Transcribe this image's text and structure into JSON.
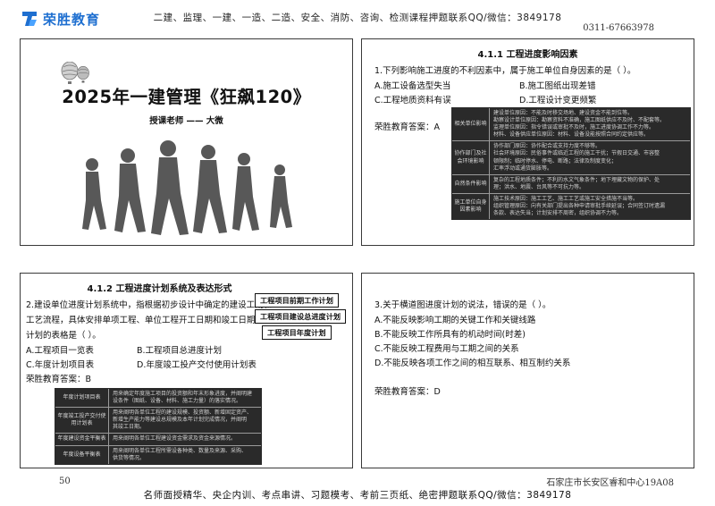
{
  "header": {
    "logo_text": "荣胜教育",
    "top_line": "二建、监理、一建、一造、二造、安全、消防、咨询、检测课程押题联系QQ/微信：3849178",
    "phone": "0311-67663978"
  },
  "slide1": {
    "title": "2025年一建管理《狂飙120》",
    "subtitle": "授课老师 —— 大微"
  },
  "slide2": {
    "heading": "4.1.1  工程进度影响因素",
    "question": "1.下列影响施工进度的不利因素中，属于施工单位自身因素的是（  ）。",
    "options": [
      "A.施工设备选型失当",
      "B.施工图纸出现差错",
      "C.工程地质资料有误",
      "D.工程设计变更频繁"
    ],
    "answer": "荣胜教育答案：A",
    "table": [
      {
        "cat": "相关单位影响",
        "lines": [
          "建设单位原因：不能及时移交场地、建设资金不能到位等。",
          "勘察设计单位原因：勘察资料不准确，施工图纸供应不及时、不配套等。",
          "监理单位原因：指令错误或审批不及时，施工进度协调工作不力等。",
          "材料、设备供应单位原因：材料、设备没能按照合同约定供应等。"
        ]
      },
      {
        "cat": "协作部门及社会环境影响",
        "lines": [
          "协作部门原因：协作配合或支持力度不够等。",
          "社会环境原因：民俗事件或临近工程的施工干扰；节假日交通、市容整",
          "顿限制；临时停水、停电、断路；法律及制度变化；",
          "汇率浮动或通货膨胀等。"
        ]
      },
      {
        "cat": "自然条件影响",
        "lines": [
          "复杂的工程地质条件；不利的水文气象条件；地下埋藏文物的保护、处",
          "理；洪水、地震、台风等不可抗力等。"
        ]
      },
      {
        "cat": "施工单位自身因素影响",
        "lines": [
          "施工技术原因：施工工艺、施工工艺或施工安全措施不当等。",
          "组织管理原因：向有关部门提出各种申请审批手续延误；合同签订时遗漏",
          "条款、表达失当；计划安排不周密，组织协调不力等。"
        ]
      }
    ]
  },
  "slide3": {
    "heading": "4.1.2  工程进度计划系统及表达形式",
    "question_lines": [
      "2.建设单位进度计划系统中，指根据初步设计中确定的建设工期和",
      "工艺流程，具体安排单项工程、单位工程开工日期和竣工日期的",
      "计划的表格是（  ）。"
    ],
    "options": [
      "A.工程项目一览表",
      "B.工程项目总进度计划",
      "C.年度计划项目表",
      "D.年度竣工投产交付使用计划表"
    ],
    "answer": "荣胜教育答案：B",
    "tags": [
      "工程项目前期工作计划",
      "工程项目建设总进度计划",
      "工程项目年度计划"
    ],
    "table": [
      {
        "cat": "年度计划项目表",
        "lines": [
          "用来确定年度施工项目的投资额和年末形象进度，并阐明建",
          "设条件（图纸、设备、材料、施工力量）的落实情况。"
        ]
      },
      {
        "cat": "年度竣工投产交付使用计划表",
        "lines": [
          "用来阐明各单位工程的建设规模、投资额、新增固定资产、",
          "新增生产能力等建设总规模及本年计划完成情况，并阐明",
          "其竣工日期。"
        ]
      },
      {
        "cat": "年度建设资金平衡表",
        "lines": [
          "用来阐明各单位工程建设资金需求及资金来源情况。"
        ]
      },
      {
        "cat": "年度设备平衡表",
        "lines": [
          "用来阐明各单位工程所需设备种类、数量及来源、采购、",
          "供货等情况。"
        ]
      }
    ]
  },
  "slide4": {
    "question": "3.关于横道图进度计划的说法，错误的是（  ）。",
    "options": [
      "A.不能反映影响工期的关键工作和关键线路",
      "B.不能反映工作所具有的机动时间(时差)",
      "C.不能反映工程费用与工期之间的关系",
      "D.不能反映各项工作之间的相互联系、相互制约关系"
    ],
    "answer": "荣胜教育答案：D"
  },
  "footer": {
    "page_number": "50",
    "address": "石家庄市长安区睿和中心19A08",
    "bottom_line": "名师面授精华、央企内训、考点串讲、习题模考、考前三页纸、绝密押题联系QQ/微信：3849178"
  }
}
